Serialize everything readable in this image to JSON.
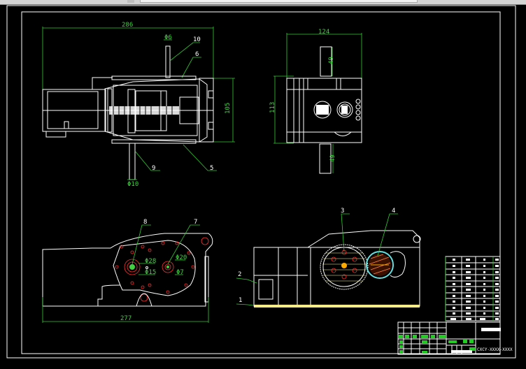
{
  "window": {
    "scrollbar": "horizontal-scrollbar"
  },
  "drawing": {
    "background": "#000000",
    "line_color": "#ffffff",
    "dimension_color": "#33cc33",
    "center_color": "#ff3030",
    "hatch_color": "#ffff99",
    "base_color": "#ffee88"
  },
  "top_view": {
    "dim_length": "286",
    "dim_height": "105",
    "dim_shaft_top": "Φ6",
    "dim_shaft_bottom": "Φ10",
    "callouts": [
      "10",
      "6",
      "9",
      "5"
    ]
  },
  "side_view": {
    "dim_width": "124",
    "dim_height": "113",
    "dim_shaft_top": "49",
    "dim_shaft_bottom": "49"
  },
  "front_view": {
    "dim_length": "277",
    "dim_d28": "Φ28",
    "dim_d15": "Φ15",
    "dim_d20": "Φ20",
    "dim_d7": "Φ7",
    "callouts": [
      "8",
      "7"
    ]
  },
  "section_view": {
    "callouts": [
      "3",
      "4",
      "2",
      "1"
    ]
  },
  "title_block": {
    "drawing_number": "CXCY-XXXX-XXXX",
    "parts_list_rows": 11,
    "parts_list_cols": 4
  }
}
